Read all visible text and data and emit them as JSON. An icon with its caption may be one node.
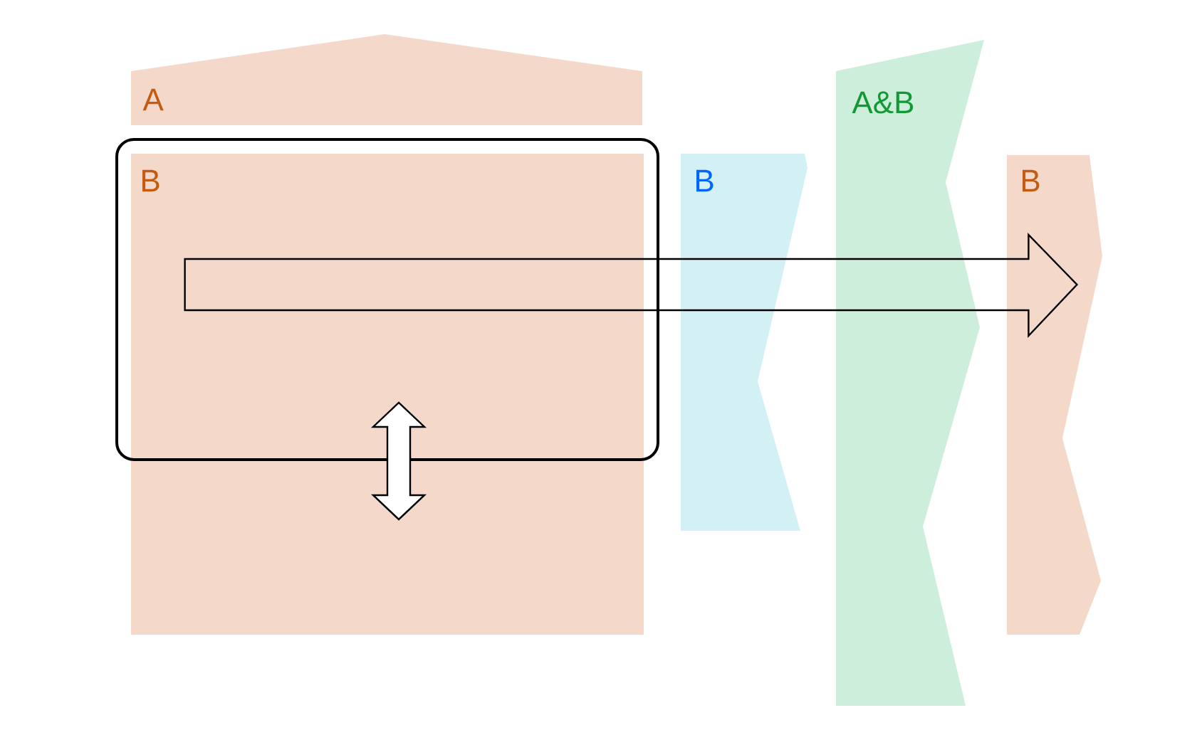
{
  "diagram": {
    "nodes": [
      {
        "text": [
          "A"
        ]
      },
      {
        "text": [
          "B"
        ]
      },
      {
        "text": [
          "B"
        ]
      },
      {
        "text": [
          "A&B"
        ]
      },
      {
        "text": [
          "B"
        ]
      }
    ],
    "edges": [
      {
        "from": 1,
        "to": 4,
        "arrow": "to"
      }
    ]
  }
}
